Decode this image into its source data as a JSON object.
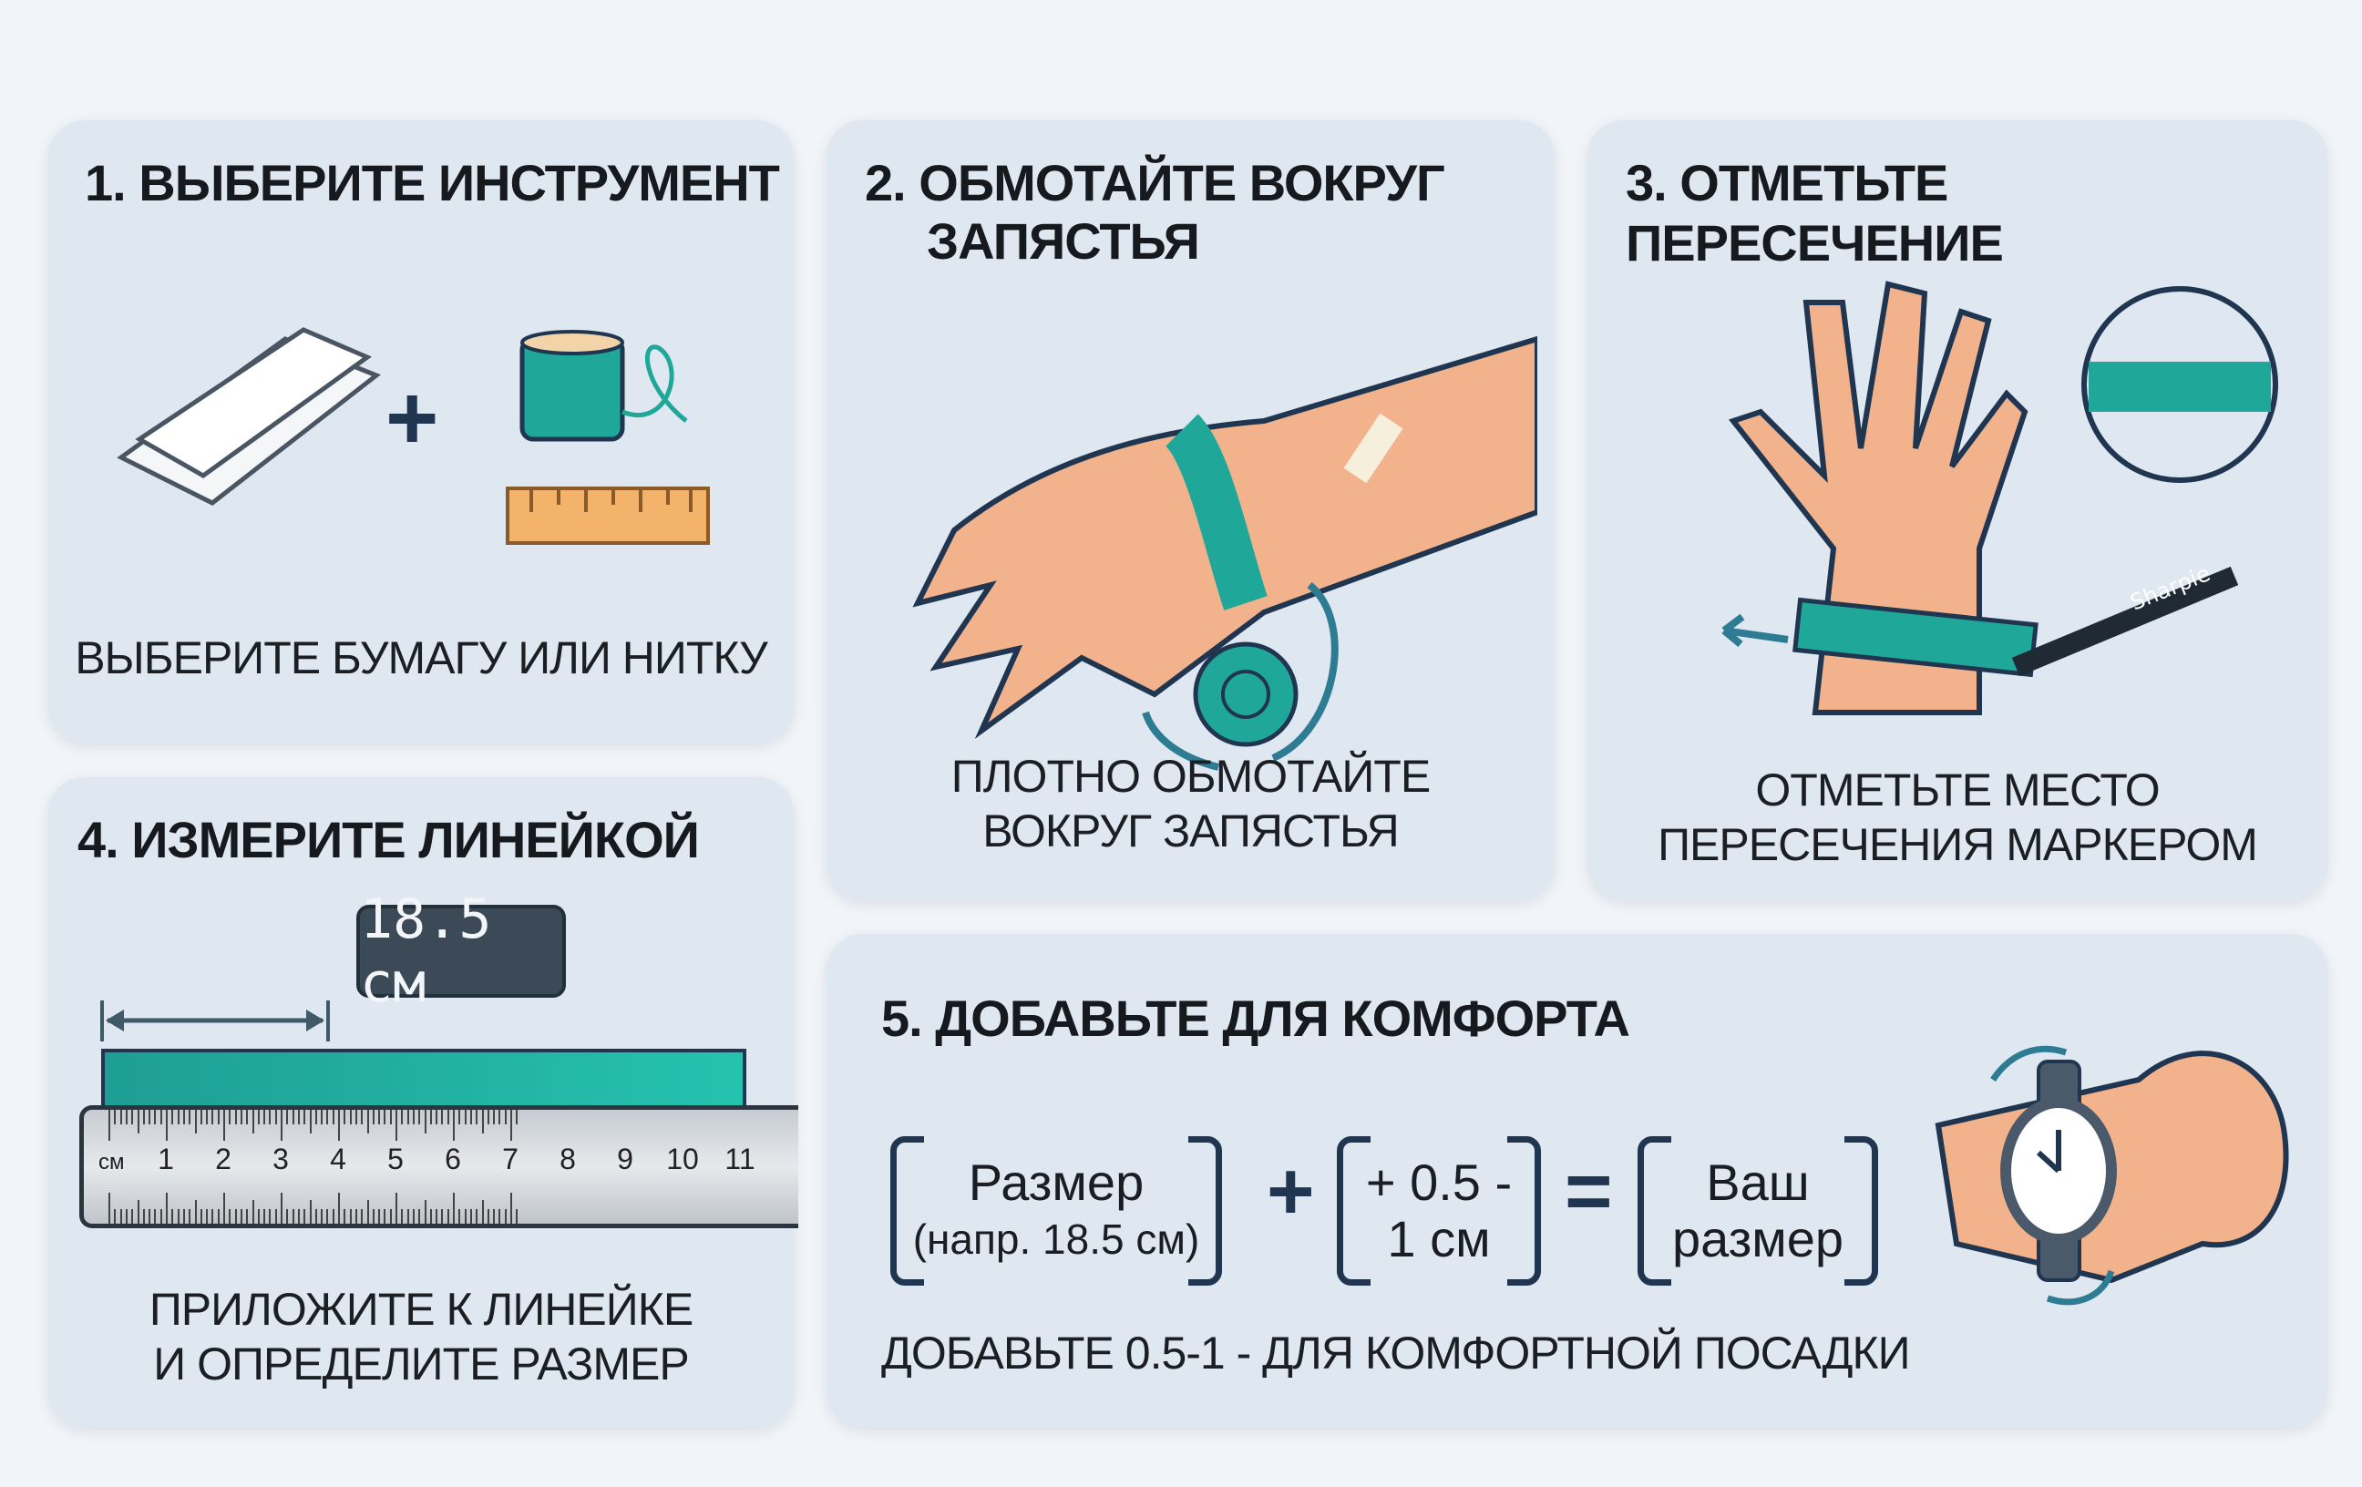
{
  "steps": [
    {
      "title": "1. ВЫБЕРИТЕ ИНСТРУМЕНТ",
      "caption": "ВЫБЕРИТЕ БУМАГУ ИЛИ НИТКУ",
      "plus": "+"
    },
    {
      "title_line1": "2. ОБМОТАЙТЕ ВОКРУГ",
      "title_line2": "ЗАПЯСТЬЯ",
      "caption_line1": "ПЛОТНО ОБМОТАЙТЕ",
      "caption_line2": "ВОКРУГ ЗАПЯСТЬЯ"
    },
    {
      "title": "3. ОТМЕТЬТЕ ПЕРЕСЕЧЕНИЕ",
      "caption_line1": "ОТМЕТЬТЕ МЕСТО",
      "caption_line2": "ПЕРЕСЕЧЕНИЯ МАРКЕРОМ",
      "marker_label": "Sharpie"
    },
    {
      "title": "4. ИЗМЕРИТЕ ЛИНЕЙКОЙ",
      "readout": "18.5 см",
      "ruler_unit": "см",
      "ruler_ticks": [
        "1",
        "2",
        "3",
        "4",
        "5",
        "6",
        "7",
        "8",
        "9",
        "10",
        "11"
      ],
      "caption_line1": "ПРИЛОЖИТЕ К ЛИНЕЙКЕ",
      "caption_line2": "И ОПРЕДЕЛИТЕ РАЗМЕР"
    },
    {
      "title": "5. ДОБАВЬТЕ ДЛЯ КОМФОРТА",
      "formula": {
        "a_line1": "Размер",
        "a_line2": "(напр. 18.5 см)",
        "plus": "+",
        "b_line1": "+ 0.5 -",
        "b_line2": "1 см",
        "equals": "=",
        "c_line1": "Ваш",
        "c_line2": "размер"
      },
      "caption": "ДОБАВЬТЕ 0.5-1 - ДЛЯ КОМФОРТНОЙ ПОСАДКИ"
    }
  ],
  "colors": {
    "teal": "#1fa89a",
    "skin": "#f2b28c",
    "navy": "#1f3550",
    "panel": "#dfe7f0"
  }
}
